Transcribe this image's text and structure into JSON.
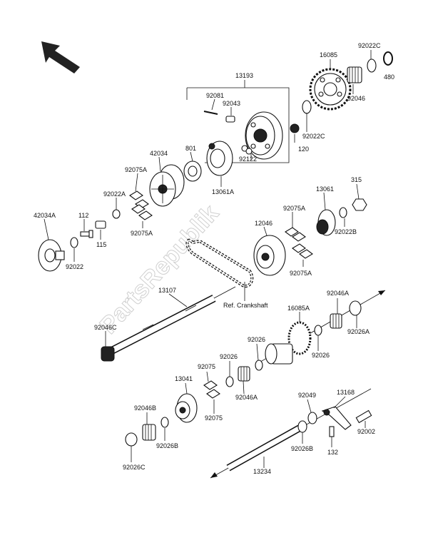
{
  "watermark": "PartsRepublik",
  "reference_note": "Ref. Crankshaft",
  "labels": {
    "p13193": "13193",
    "p16085": "16085",
    "p92022C_a": "92022C",
    "p480": "480",
    "p92081": "92081",
    "p92043": "92043",
    "p92046_a": "92046",
    "p92022C_b": "92022C",
    "p120": "120",
    "p92122": "92122",
    "p42034": "42034",
    "p801": "801",
    "p13061A": "13061A",
    "p92075A_a": "92075A",
    "p92022A": "92022A",
    "p92075A_b": "92075A",
    "p315": "315",
    "p13061": "13061",
    "p92075A_c": "92075A",
    "p12046": "12046",
    "p92022B": "92022B",
    "p92075A_d": "92075A",
    "p42034A": "42034A",
    "p112": "112",
    "p115": "115",
    "p92022": "92022",
    "p13107": "13107",
    "p92046A_a": "92046A",
    "p16085A": "16085A",
    "p92046C": "92046C",
    "p92026A": "92026A",
    "p92026_a": "92026",
    "p92026_b": "92026",
    "p92026_c": "92026",
    "p92075_a": "92075",
    "p13041": "13041",
    "p92046A_b": "92046A",
    "p92075_b": "92075",
    "p92049": "92049",
    "p13168": "13168",
    "p92046B": "92046B",
    "p92026B_a": "92026B",
    "p92002": "92002",
    "p92026B_b": "92026B",
    "p132": "132",
    "p92026C": "92026C",
    "p13234": "13234"
  }
}
